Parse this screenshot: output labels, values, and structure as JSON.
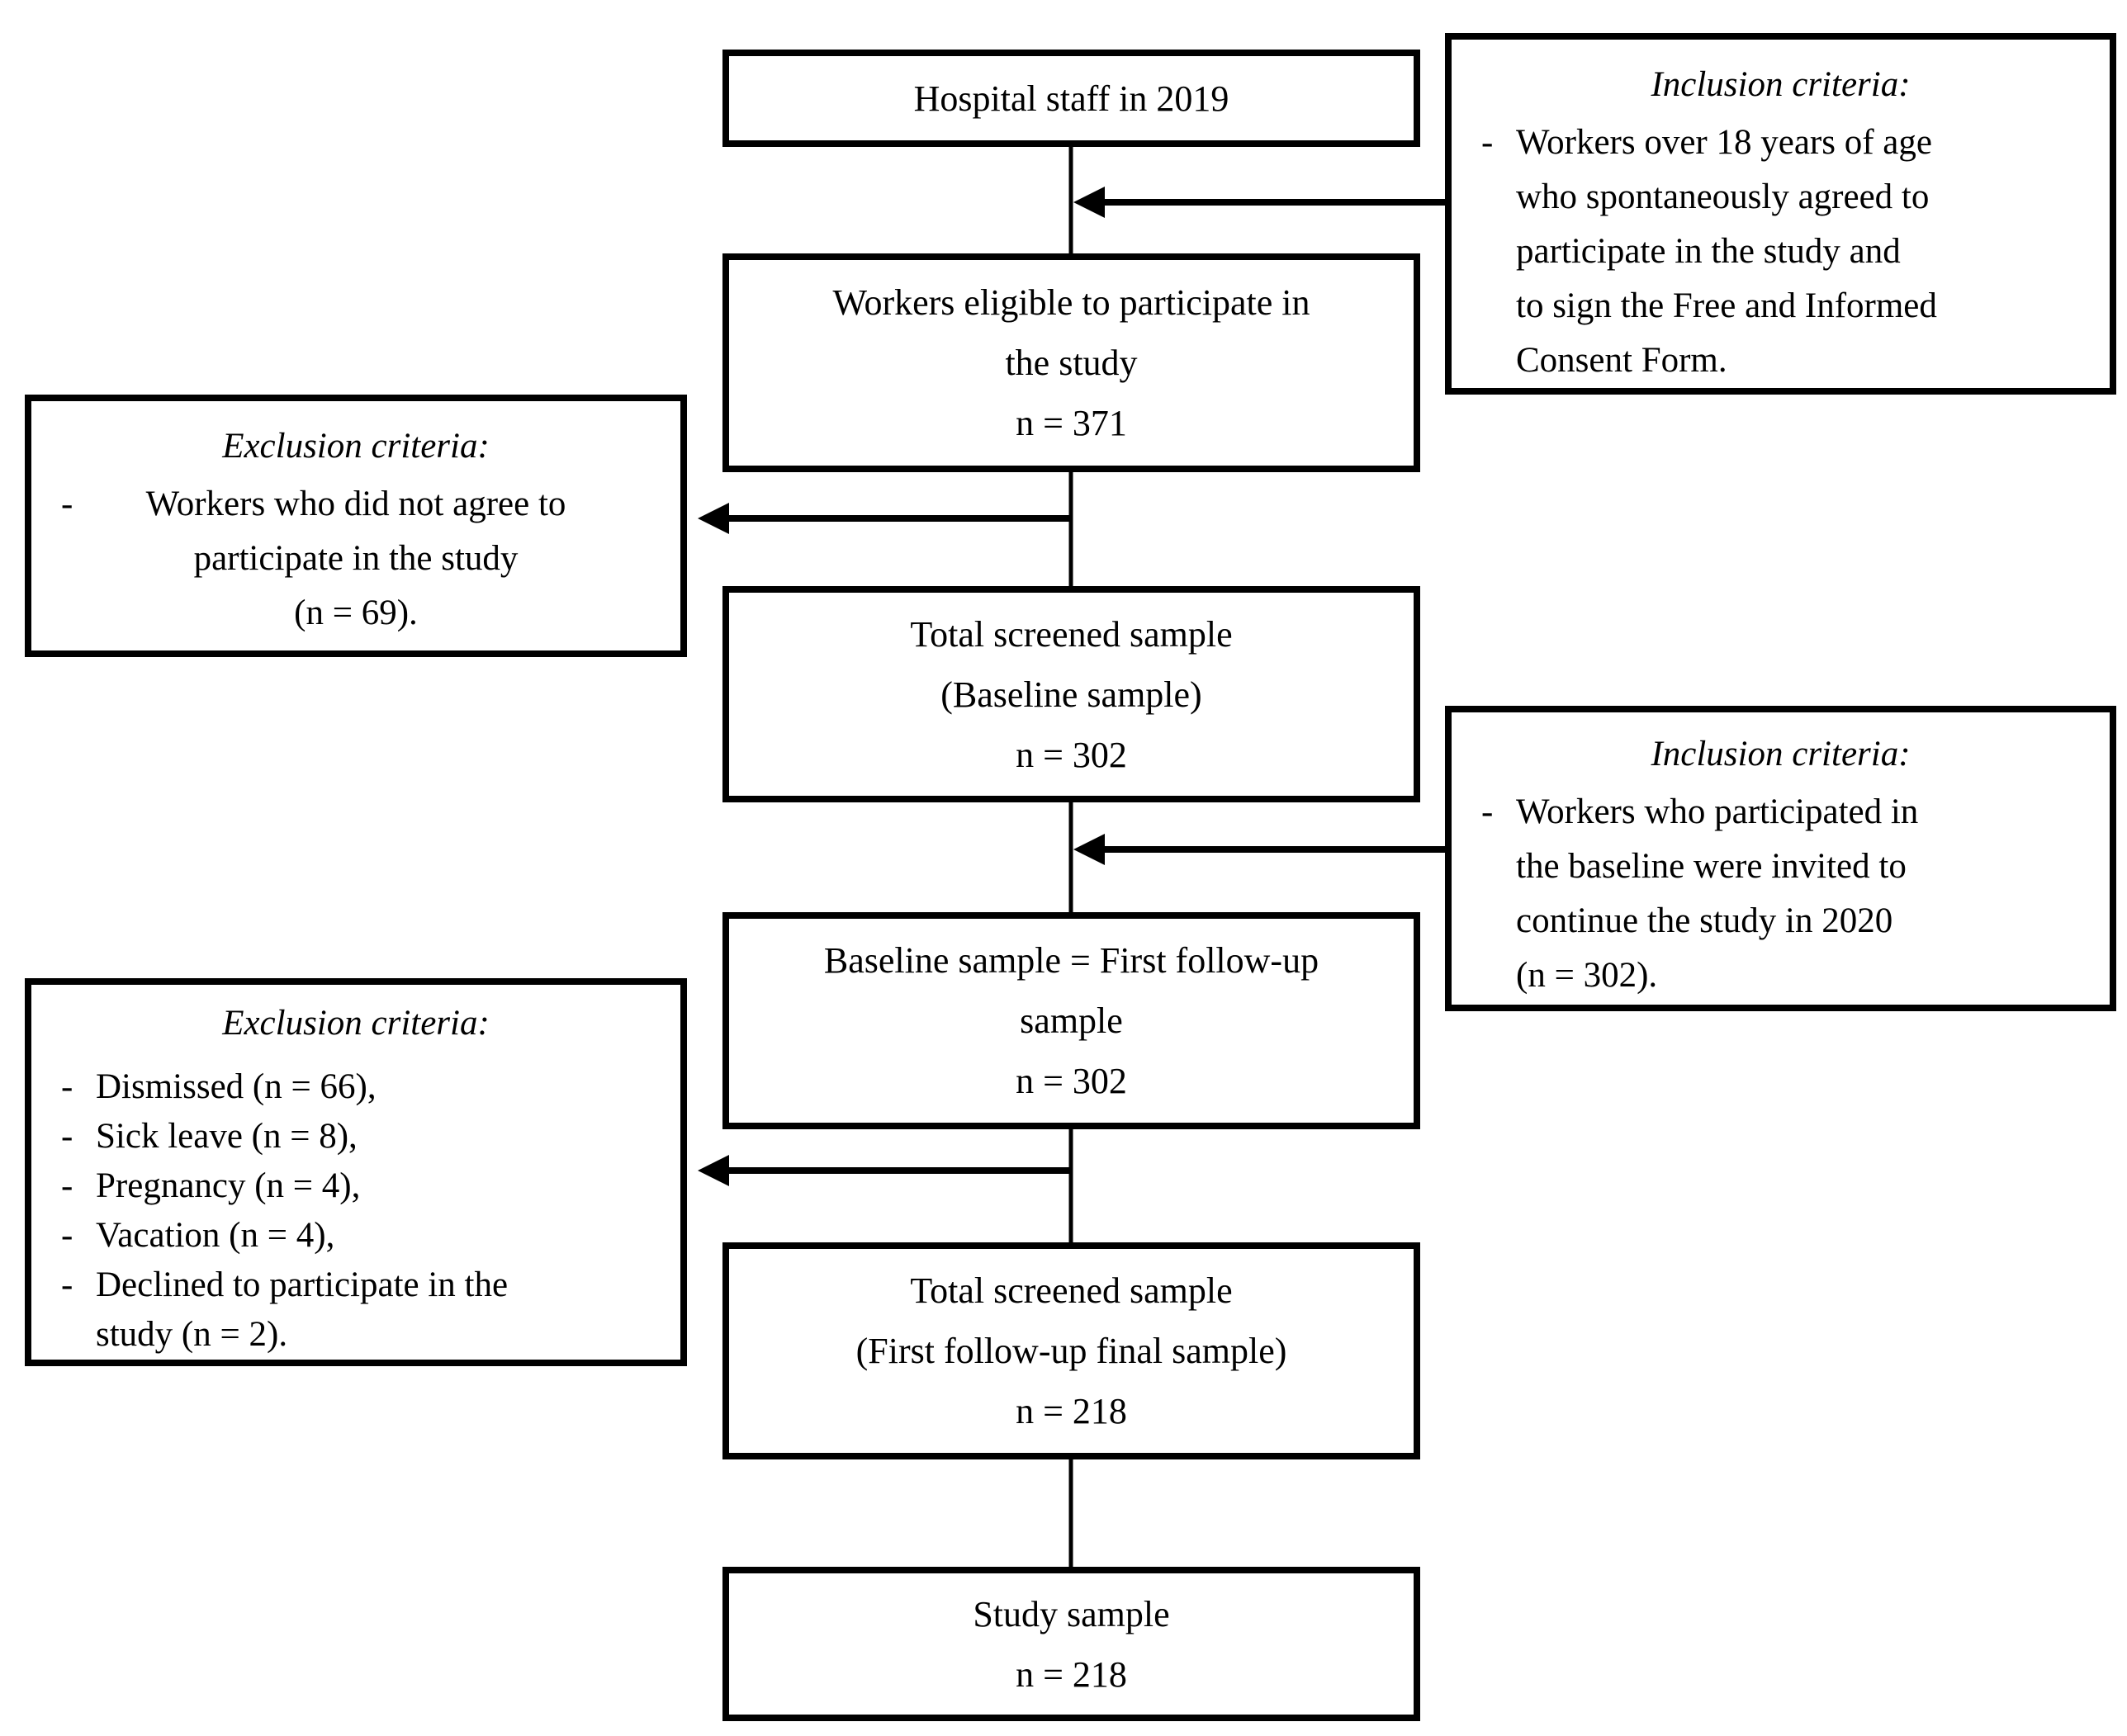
{
  "diagram_type": "study-participant-flowchart",
  "colors": {
    "ink": "#000000",
    "box_background": "#ffffff",
    "page_background": "#ffffff"
  },
  "flow_boxes": [
    {
      "name": "hospital-staff",
      "lines": [
        "Hospital staff in 2019"
      ]
    },
    {
      "name": "workers-eligible",
      "lines": [
        "Workers eligible to participate in",
        "the study",
        "n = 371"
      ]
    },
    {
      "name": "baseline-sample",
      "lines": [
        "Total screened sample",
        "(Baseline sample)",
        "n = 302"
      ]
    },
    {
      "name": "baseline-equals-first-followup",
      "lines": [
        "Baseline sample = First follow-up",
        "sample",
        "n = 302"
      ]
    },
    {
      "name": "first-followup-final-sample",
      "lines": [
        "Total screened sample",
        "(First follow-up final sample)",
        "n = 218"
      ]
    },
    {
      "name": "study-sample",
      "lines": [
        "Study sample",
        "n = 218"
      ]
    }
  ],
  "side_boxes": {
    "inclusion1": {
      "title": "Inclusion criteria:",
      "dash": "-",
      "lines": [
        "Workers over 18 years of age",
        "who spontaneously agreed to",
        "participate in the study and",
        "to sign the Free and Informed",
        "Consent Form."
      ]
    },
    "exclusion1": {
      "title": "Exclusion criteria:",
      "dash": "-",
      "lines": [
        "Workers who did not agree to",
        "participate in the study",
        "(n = 69)."
      ]
    },
    "inclusion2": {
      "title": "Inclusion criteria:",
      "dash": "-",
      "lines": [
        "Workers who participated in",
        "the baseline were invited to",
        "continue the study in 2020",
        "(n = 302)."
      ]
    },
    "exclusion2": {
      "title": "Exclusion criteria:",
      "dash": "-",
      "items": [
        "Dismissed (n = 66),",
        "Sick leave (n = 8),",
        "Pregnancy (n = 4),",
        "Vacation (n = 4),",
        "Declined to participate in the",
        "study (n = 2)."
      ]
    }
  },
  "edges": [
    {
      "from": "hospital-staff",
      "to": "workers-eligible",
      "type": "flow-down"
    },
    {
      "from": "inclusion1",
      "to": "flow-connector-1",
      "type": "arrow-left"
    },
    {
      "from": "workers-eligible",
      "to": "baseline-sample",
      "type": "flow-down"
    },
    {
      "from": "flow-connector-2",
      "to": "exclusion1",
      "type": "arrow-left"
    },
    {
      "from": "baseline-sample",
      "to": "baseline-equals-first-followup",
      "type": "flow-down"
    },
    {
      "from": "inclusion2",
      "to": "flow-connector-3",
      "type": "arrow-left"
    },
    {
      "from": "baseline-equals-first-followup",
      "to": "first-followup-final-sample",
      "type": "flow-down"
    },
    {
      "from": "flow-connector-4",
      "to": "exclusion2",
      "type": "arrow-left"
    },
    {
      "from": "first-followup-final-sample",
      "to": "study-sample",
      "type": "flow-down"
    }
  ]
}
